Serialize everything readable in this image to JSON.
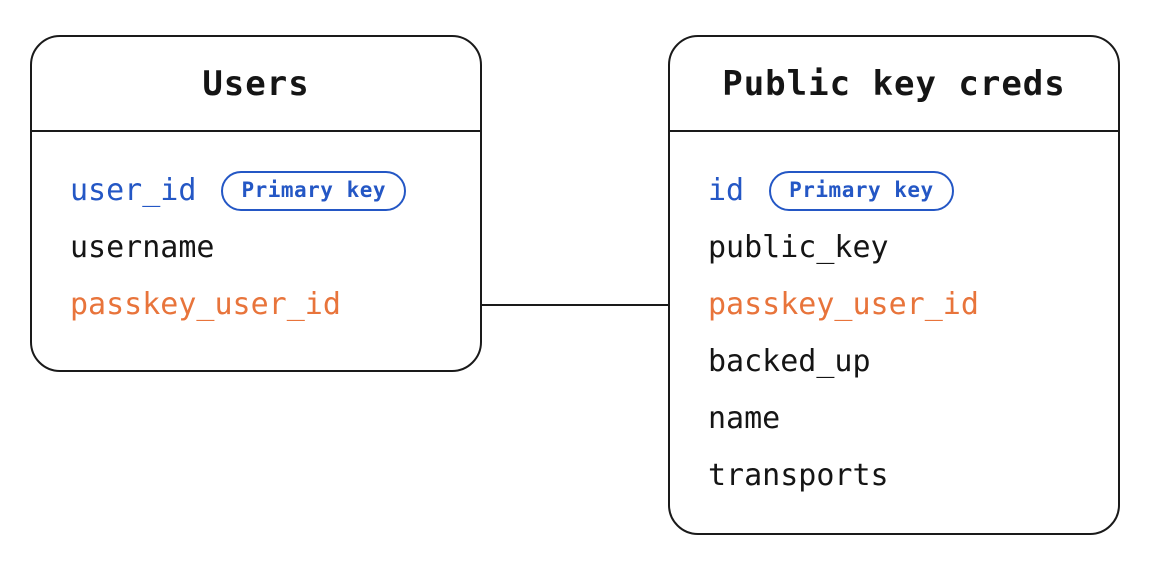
{
  "diagram": {
    "type": "entity-relationship",
    "colors": {
      "primary_blue": "#2457C5",
      "foreign_orange": "#E8743B",
      "text_black": "#151515",
      "border_black": "#1a1a1a",
      "bg_white": "#ffffff"
    },
    "tables": [
      {
        "title": "Users",
        "fields": [
          {
            "name": "user_id",
            "role": "primary",
            "badge": "Primary key"
          },
          {
            "name": "username",
            "role": "default"
          },
          {
            "name": "passkey_user_id",
            "role": "foreign"
          }
        ]
      },
      {
        "title": "Public key creds",
        "fields": [
          {
            "name": "id",
            "role": "primary",
            "badge": "Primary key"
          },
          {
            "name": "public_key",
            "role": "default"
          },
          {
            "name": "passkey_user_id",
            "role": "foreign"
          },
          {
            "name": "backed_up",
            "role": "default"
          },
          {
            "name": "name",
            "role": "default"
          },
          {
            "name": "transports",
            "role": "default"
          }
        ]
      }
    ],
    "relationship": {
      "from": "Users.passkey_user_id",
      "to": "Public key creds.passkey_user_id"
    }
  }
}
